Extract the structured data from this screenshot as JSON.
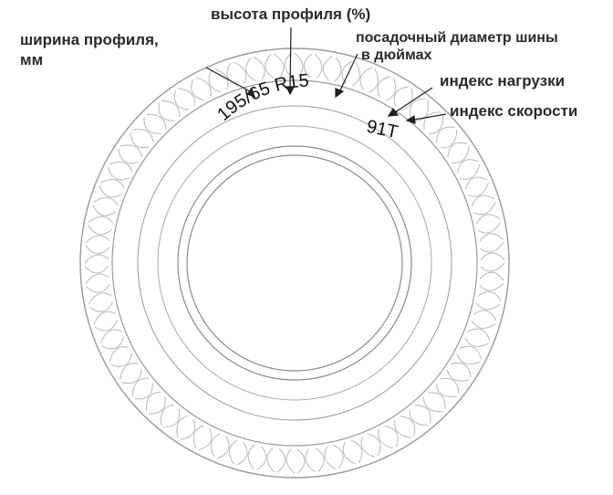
{
  "labels": {
    "width": "ширина профиля,",
    "width_unit": "мм",
    "height": "высота профиля (%)",
    "diameter_line1": "посадочный диаметр шины",
    "diameter_line2": "в дюймах",
    "load": "индекс нагрузки",
    "speed": "индекс скорости"
  },
  "sidewall": {
    "size_code": "195/65 R15",
    "service_code": "91T"
  },
  "colors": {
    "label_text": "#2a2a2a",
    "leader_line": "#1f1f1f",
    "tire_outline": "#9a9a9a",
    "tread_pattern": "#b8b8b8",
    "sidewall_text": "#111111"
  }
}
